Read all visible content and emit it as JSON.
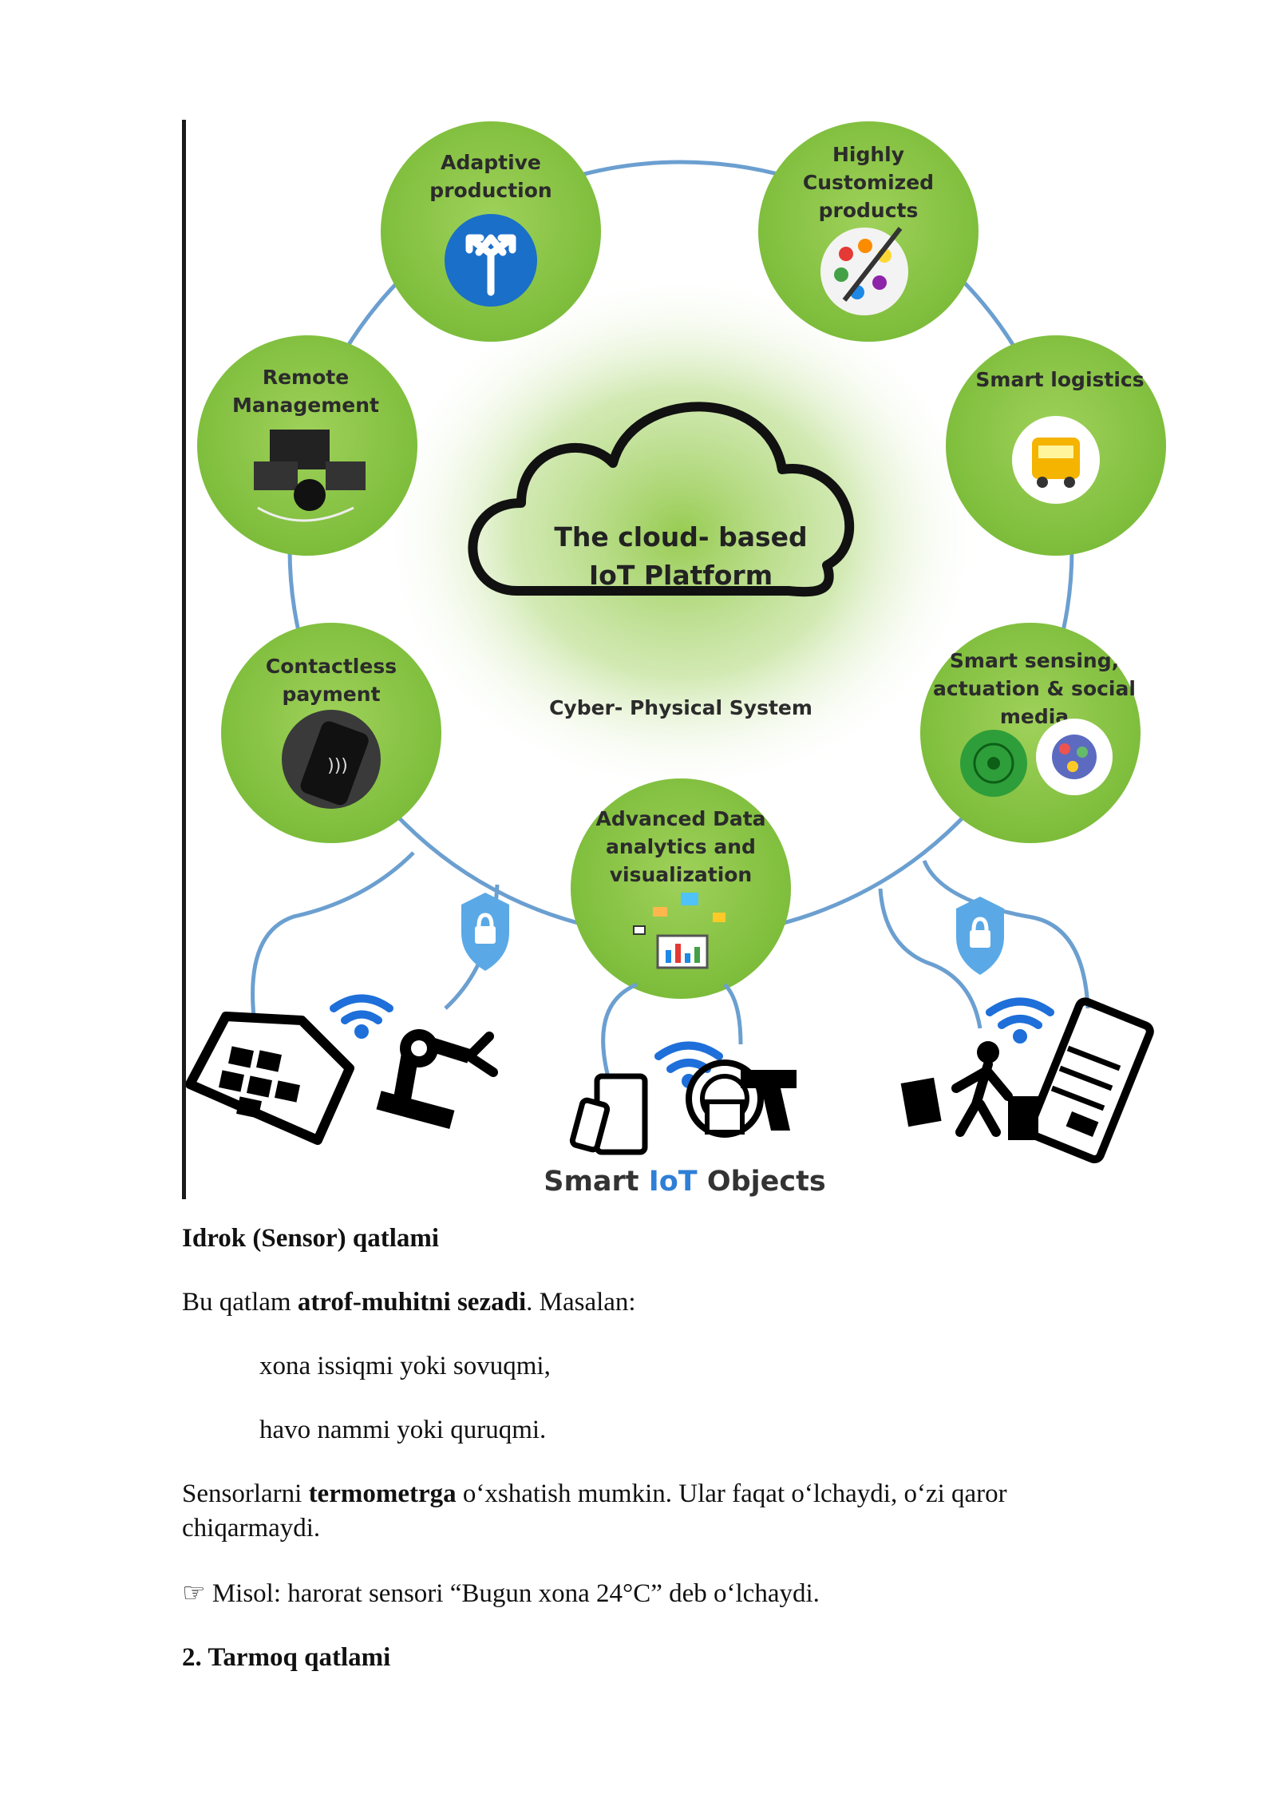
{
  "figure": {
    "center": {
      "line1": "The cloud- based",
      "line2": "IoT Platform",
      "subtitle": "Cyber- Physical System"
    },
    "nodes": {
      "adaptive": [
        "Adaptive",
        "production"
      ],
      "customized": [
        "Highly",
        "Customized",
        "products"
      ],
      "logistics": [
        "Smart logistics"
      ],
      "sensing": [
        "Smart sensing,",
        "actuation & social",
        "media"
      ],
      "analytics": [
        "Advanced Data",
        "analytics and",
        "visualization"
      ],
      "payment": [
        "Contactless",
        "payment"
      ],
      "remote": [
        "Remote",
        "Management"
      ]
    },
    "bottom_label": {
      "part1": "Smart ",
      "part2": "IoT",
      "part3": " Objects"
    },
    "colors": {
      "node_green": "#8cc63f",
      "ring_blue": "#6b9fd0",
      "wifi_blue": "#1e6fd9",
      "shield_blue": "#5aa9e6"
    }
  },
  "text": {
    "heading1": "Idrok (Sensor) qatlami",
    "p2_pre": "Bu qatlam ",
    "p2_bold": "atrof-muhitni sezadi",
    "p2_post": ". Masalan:",
    "item1": "xona issiqmi yoki sovuqmi,",
    "item2": "havo nammi yoki quruqmi.",
    "p5_pre": "Sensorlarni ",
    "p5_bold": "termometrga",
    "p5_post": " o‘xshatish mumkin. Ular faqat o‘lchaydi, o‘zi qaror chiqarmaydi.",
    "example": "☞ Misol: harorat sensori “Bugun xona 24°C” deb o‘lchaydi.",
    "heading2": "2. Tarmoq qatlami"
  }
}
